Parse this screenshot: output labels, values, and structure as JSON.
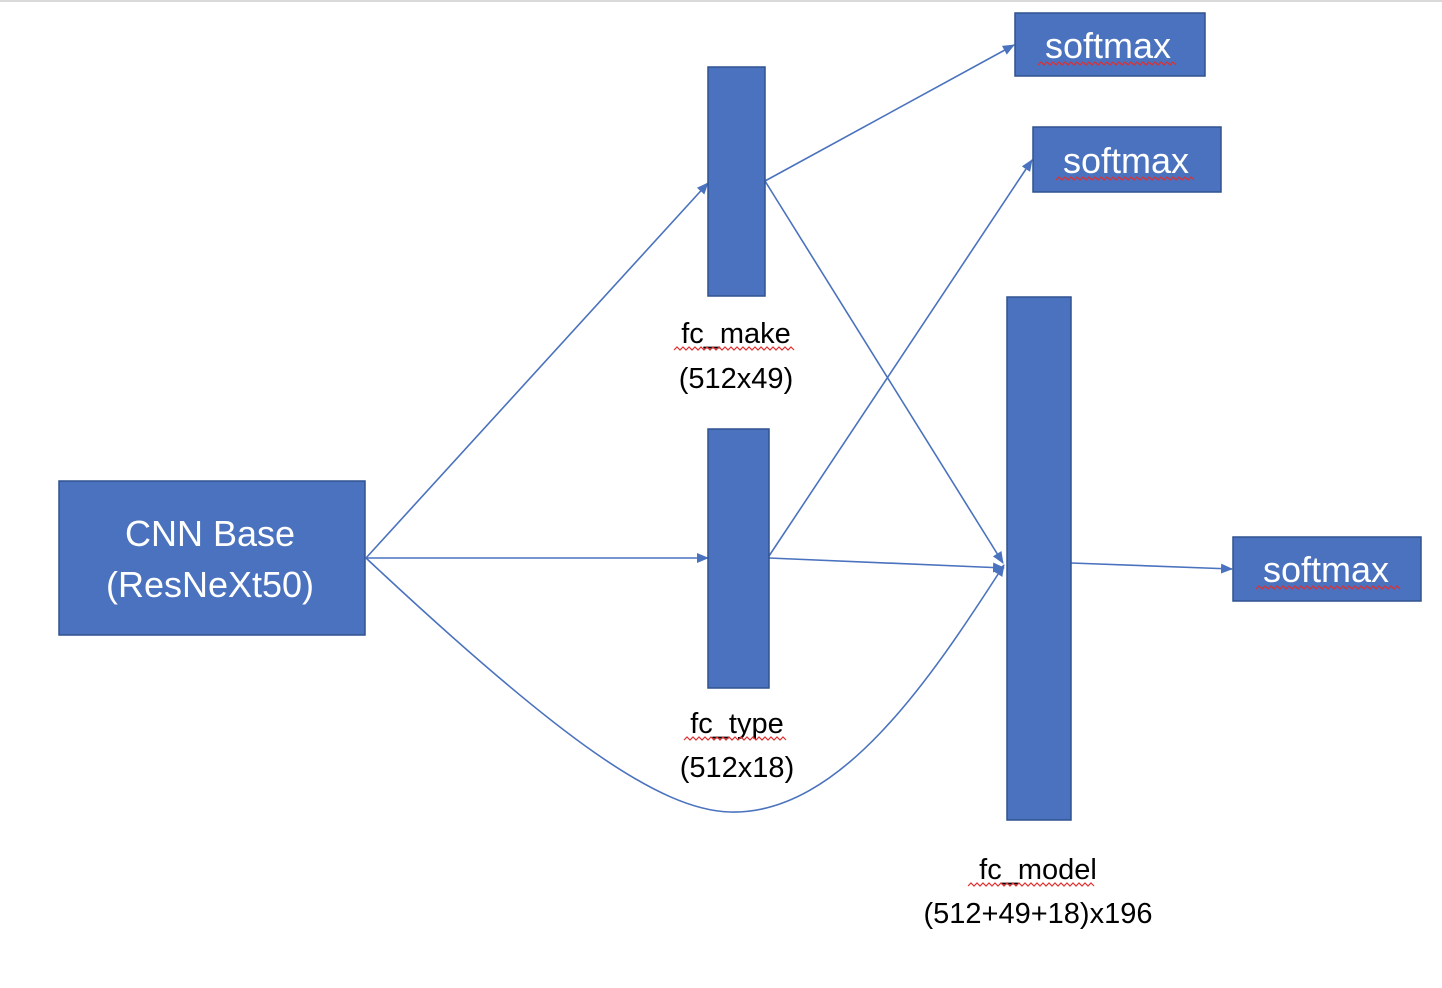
{
  "colors": {
    "box_fill": "#4a72be",
    "box_stroke": "#2f528f",
    "connector": "#4a72be",
    "spellcheck": "#e03030"
  },
  "cnn_base": {
    "line1": "CNN Base",
    "line2": "(ResNeXt50)"
  },
  "fc_make": {
    "name": "fc_make",
    "dims": "(512x49)"
  },
  "fc_type": {
    "name": "fc_type",
    "dims": "(512x18)"
  },
  "fc_model": {
    "name": "fc_model",
    "dims": "(512+49+18)x196"
  },
  "softmax_make": {
    "label": "softmax"
  },
  "softmax_type": {
    "label": "softmax"
  },
  "softmax_model": {
    "label": "softmax"
  }
}
